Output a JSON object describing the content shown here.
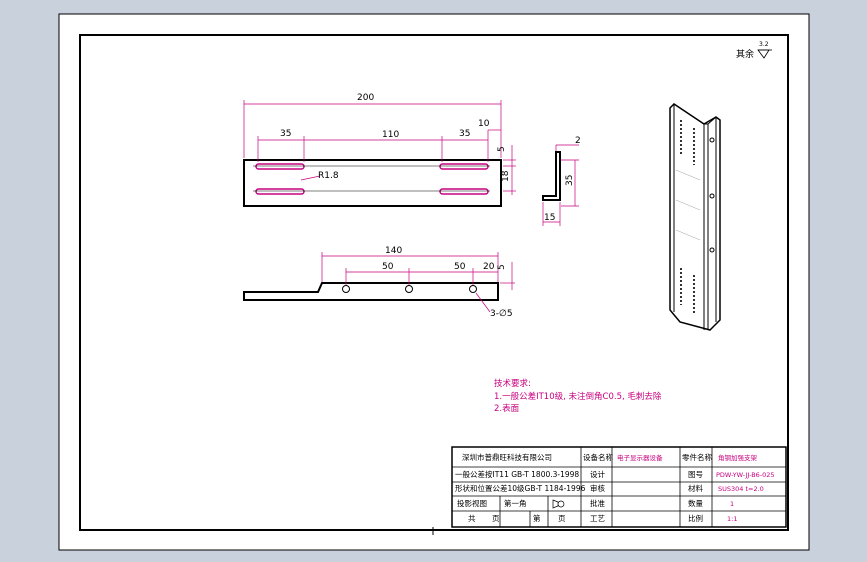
{
  "roughness": {
    "label": "其余",
    "value": "3.2"
  },
  "top_view": {
    "dim_overall": "200",
    "dim_35_left": "35",
    "dim_110": "110",
    "dim_35_right": "35",
    "dim_10": "10",
    "dim_5": "5",
    "dim_18": "18",
    "slot_radius": "R1.8"
  },
  "side_view": {
    "dim_2": "2",
    "dim_35": "35",
    "dim_15": "15"
  },
  "front_view": {
    "dim_140": "140",
    "dim_50_a": "50",
    "dim_50_b": "50",
    "dim_20": "20",
    "dim_5": "5",
    "holes": "3-∅5"
  },
  "notes": {
    "title": "技术要求:",
    "line1": "1.一般公差IT10级, 未注倒角C0.5, 毛刺去除",
    "line2": "2.表面"
  },
  "title_block": {
    "company": "深圳市普鼎旺科技有限公司",
    "tol1": "一般公差按IT11 GB-T 1800.3-1998",
    "tol2": "形状和位置公差10级GB-T 1184-1996",
    "proj": "投影视图",
    "first_angle": "第一角",
    "total_label": "共",
    "pages_label": "页",
    "page_label": "第",
    "page2_label": "页",
    "equip_label": "设备名称",
    "equip_value": "电子显示器设备",
    "part_name_label": "零件名称",
    "part_name_value": "角钢加强支架",
    "draw_label": "设计",
    "drawing_no_label": "图号",
    "drawing_no_value": "PDW-YW-JJ-B6-025",
    "check_label": "审核",
    "material_label": "材料",
    "material_value": "SUS304 t=2.0",
    "approve_label": "批准",
    "qty_label": "数量",
    "qty_value": "1",
    "process_label": "工艺",
    "scale_label": "比例",
    "scale_value": "1:1"
  }
}
